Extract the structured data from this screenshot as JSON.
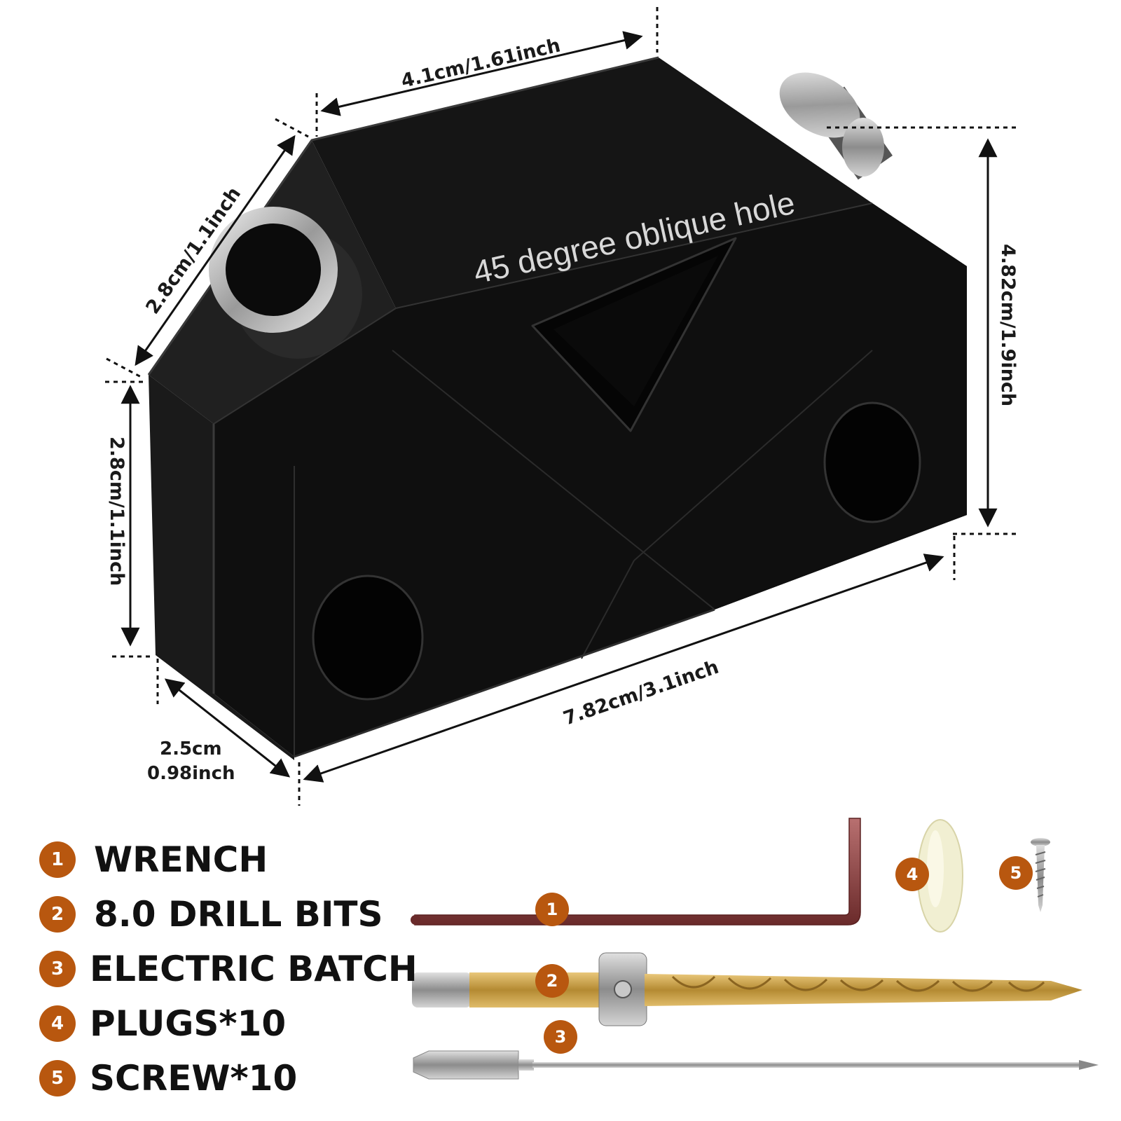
{
  "block": {
    "engraving": "45 degree oblique hole",
    "color": "#111111"
  },
  "dimensions": {
    "top_length": "4.1cm/1.61inch",
    "top_depth": "2.8cm/1.1inch",
    "left_height": "2.8cm/1.1inch",
    "right_height": "4.82cm/1.9inch",
    "bottom_length": "7.82cm/3.1inch",
    "bottom_depth_cm": "2.5cm",
    "bottom_depth_inch": "0.98inch"
  },
  "accessories": [
    {
      "number": "1",
      "label": "WRENCH"
    },
    {
      "number": "2",
      "label": "8.0 DRILL BITS"
    },
    {
      "number": "3",
      "label": "ELECTRIC BATCH"
    },
    {
      "number": "4",
      "label": "PLUGS*10"
    },
    {
      "number": "5",
      "label": "SCREW*10"
    }
  ],
  "accent_color": "#b8570f"
}
